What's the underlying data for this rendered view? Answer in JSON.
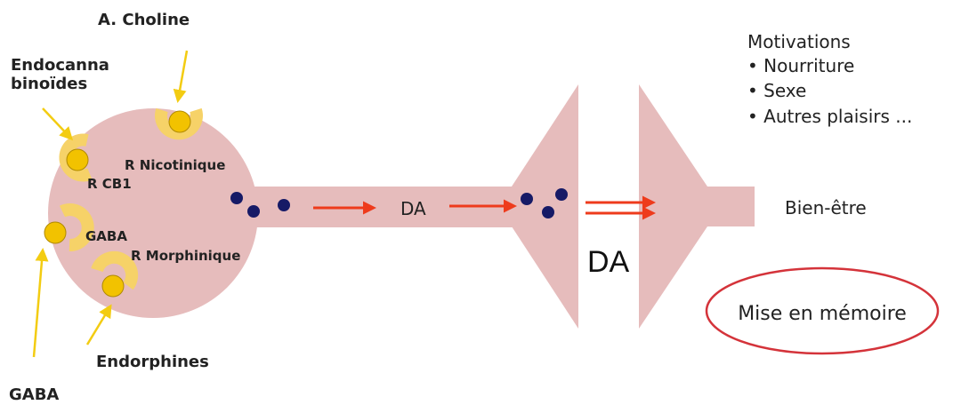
{
  "ligands": {
    "acetylcholine": "A. Choline",
    "endocannabinoids_line1": "Endocanna",
    "endocannabinoids_line2": "binoïdes",
    "endorphins": "Endorphines",
    "gaba_bottom": "GABA"
  },
  "receptors": {
    "nicotinic": "R Nicotinique",
    "cb1": "R CB1",
    "gaba": "GABA",
    "morphinic": "R Morphinique"
  },
  "axon_label": "DA",
  "synapse_label": "DA",
  "outcome": "Bien-être",
  "motivations": {
    "title": "Motivations",
    "items": [
      "• Nourriture",
      "• Sexe",
      "• Autres plaisirs ..."
    ]
  },
  "memory": "Mise en mémoire",
  "colors": {
    "neuron": "#e6bcbc",
    "receptor": "#f6d268",
    "ligand": "#f2c200",
    "ligand_stroke": "#b08a00",
    "ligand_arrow": "#f3cc12",
    "flow_arrow": "#ee3b1c",
    "dopamine": "#161a66",
    "memory_ellipse": "#d4333a"
  }
}
